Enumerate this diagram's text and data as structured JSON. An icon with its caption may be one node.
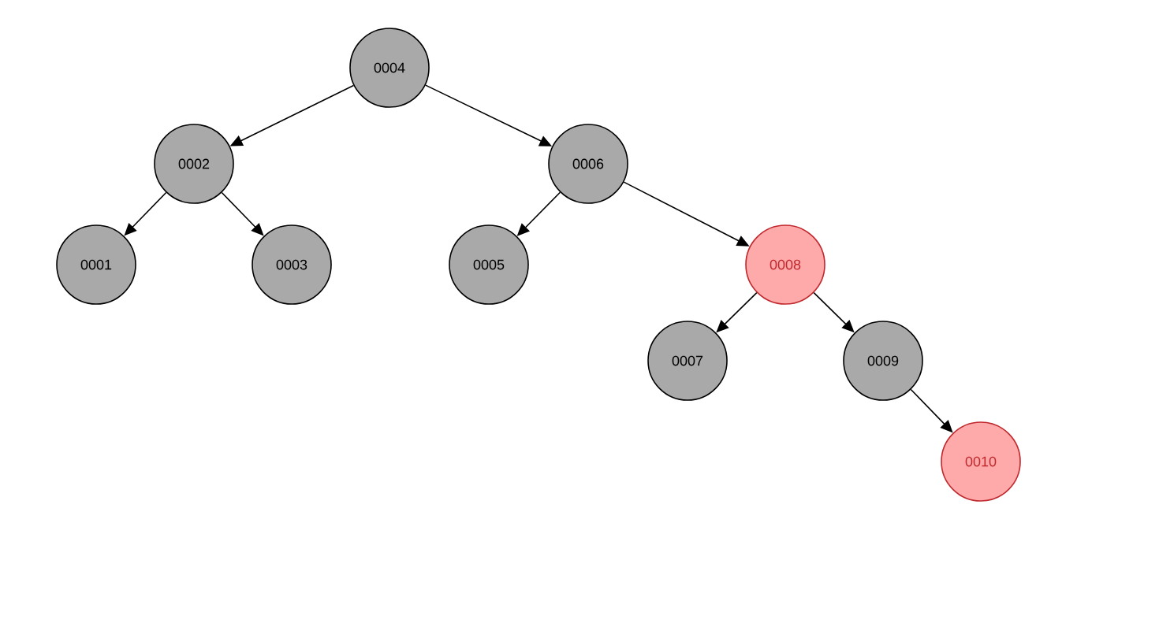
{
  "diagram": {
    "nodes": [
      {
        "text": [
          "0004"
        ]
      },
      {
        "text": [
          "0002"
        ]
      },
      {
        "text": [
          "0006"
        ]
      },
      {
        "text": [
          "0001"
        ]
      },
      {
        "text": [
          "0003"
        ]
      },
      {
        "text": [
          "0005"
        ]
      },
      {
        "text": [
          "0008"
        ]
      },
      {
        "text": [
          "0007"
        ]
      },
      {
        "text": [
          "0009"
        ]
      },
      {
        "text": [
          "0010"
        ]
      }
    ],
    "edges": [
      {
        "from": 0,
        "to": 1,
        "arrow": "to"
      },
      {
        "from": 0,
        "to": 2,
        "arrow": "to"
      },
      {
        "from": 1,
        "to": 3,
        "arrow": "to"
      },
      {
        "from": 1,
        "to": 4,
        "arrow": "to"
      },
      {
        "from": 2,
        "to": 5,
        "arrow": "to"
      },
      {
        "from": 2,
        "to": 6,
        "arrow": "to"
      },
      {
        "from": 6,
        "to": 7,
        "arrow": "to"
      },
      {
        "from": 6,
        "to": 8,
        "arrow": "to"
      },
      {
        "from": 8,
        "to": 9,
        "arrow": "to"
      }
    ]
  }
}
